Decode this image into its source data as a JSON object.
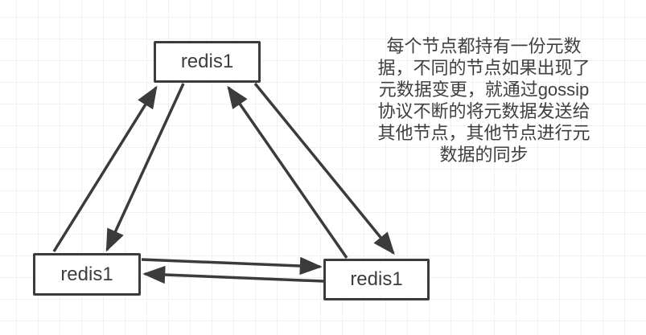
{
  "diagram": {
    "title_hint": "redis cluster gossip metadata sync diagram",
    "nodes": [
      {
        "id": "redis-top",
        "label": "redis1"
      },
      {
        "id": "redis-bottom-left",
        "label": "redis1"
      },
      {
        "id": "redis-bottom-right",
        "label": "redis1"
      }
    ],
    "edges": [
      {
        "from": "redis-bottom-left",
        "to": "redis-top"
      },
      {
        "from": "redis-top",
        "to": "redis-bottom-left"
      },
      {
        "from": "redis-bottom-right",
        "to": "redis-top"
      },
      {
        "from": "redis-top",
        "to": "redis-bottom-right"
      },
      {
        "from": "redis-bottom-left",
        "to": "redis-bottom-right"
      },
      {
        "from": "redis-bottom-right",
        "to": "redis-bottom-left"
      }
    ],
    "annotation": {
      "text": "每个节点都持有一份元数据，不同的节点如果出现了元数据变更，就通过gossip协议不断的将元数据发送给其他节点，其他节点进行元数据的同步",
      "lines": [
        "每个节点都持有一份元数",
        "据，不同的节点如果出现了",
        "元数据变更，就通过gossip",
        "协议不断的将元数据发送给",
        "其他节点，其他节点进行元",
        "数据的同步"
      ]
    }
  },
  "colors": {
    "stroke": "#3b3b3b",
    "text": "#3d3d3d",
    "grid_minor": "#f1f1f1",
    "grid_major": "#e7e7e7",
    "background": "#ffffff"
  }
}
